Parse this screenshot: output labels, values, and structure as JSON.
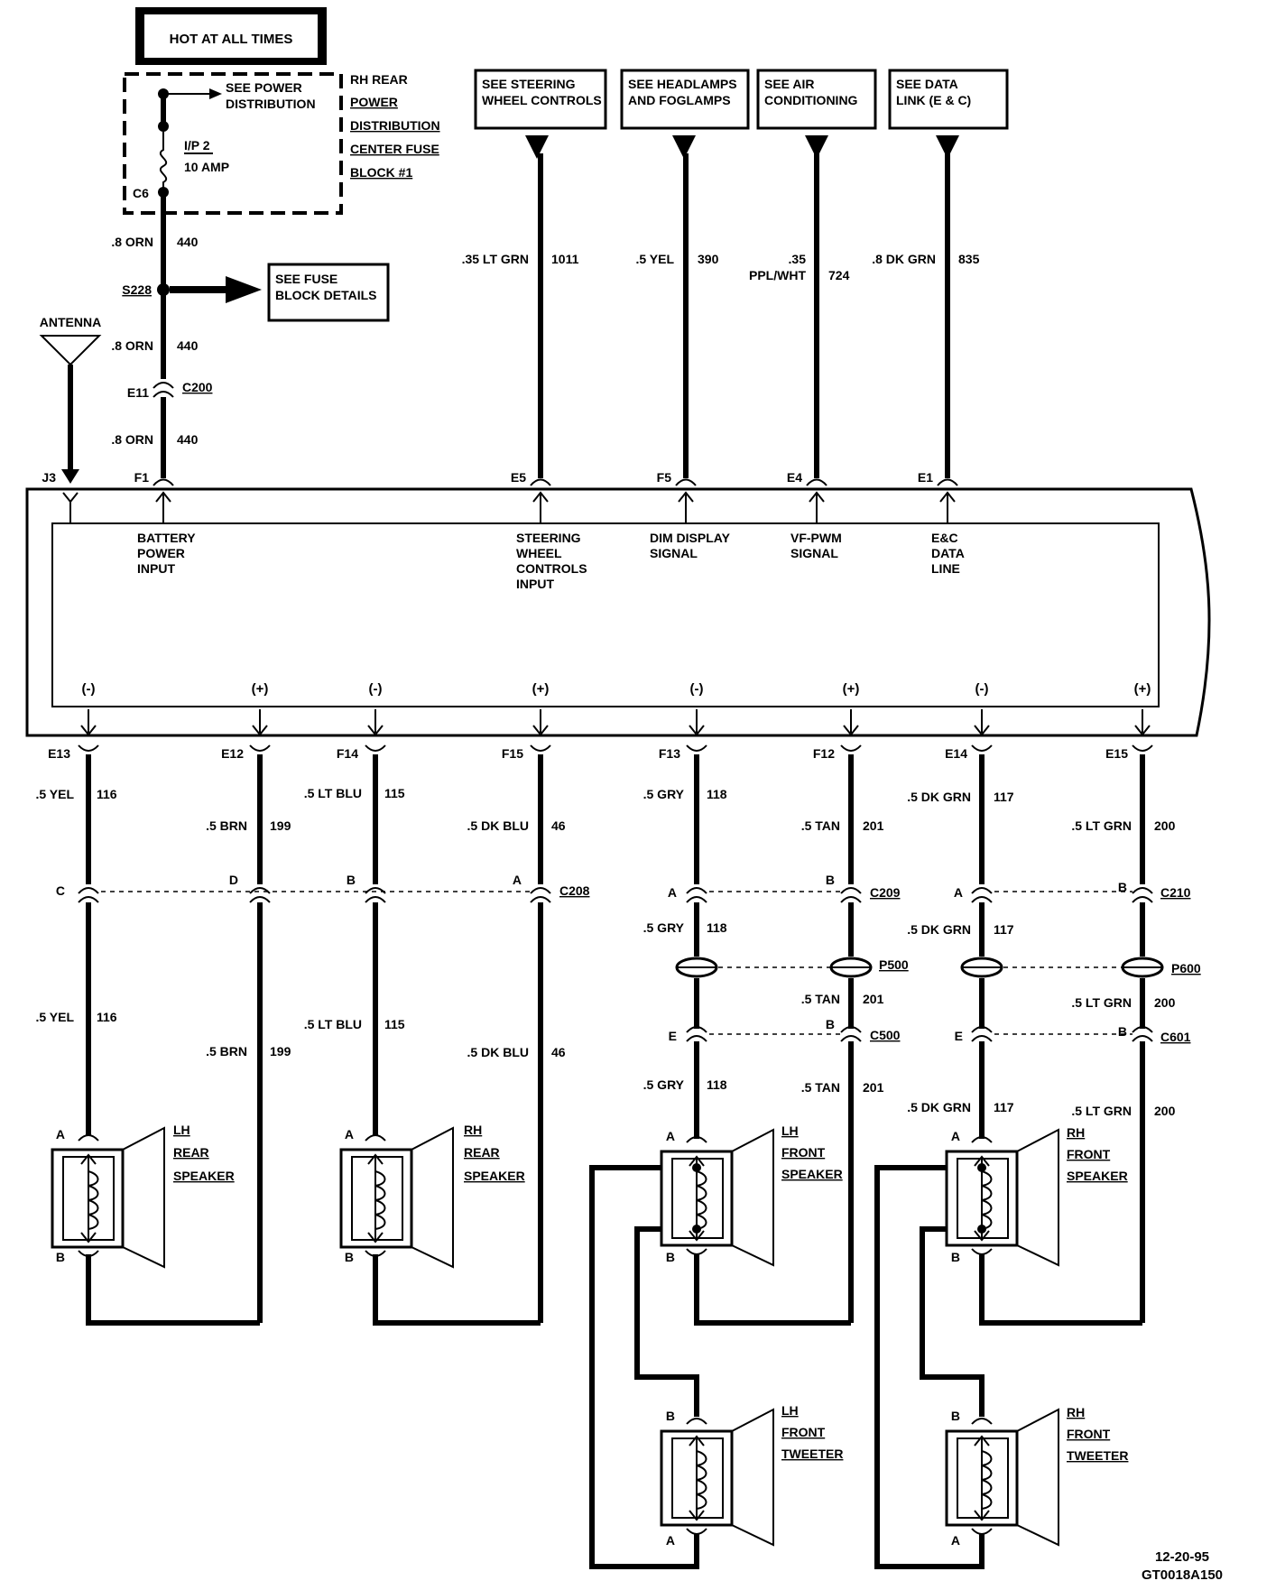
{
  "header": {
    "hot_at_all_times": "HOT AT ALL TIMES",
    "fuse_block_lines": [
      "RH REAR",
      "POWER",
      "DISTRIBUTION",
      "CENTER FUSE",
      "BLOCK #1"
    ],
    "see_power_distribution": [
      "SEE POWER",
      "DISTRIBUTION"
    ],
    "fuse_label": "I/P 2",
    "fuse_rating": "10 AMP",
    "fuse_connector": "C6"
  },
  "power_feed": {
    "wire_1": {
      "gauge_color": ".8 ORN",
      "circuit": "440"
    },
    "splice": "S228",
    "see_fuse_block": [
      "SEE FUSE",
      "BLOCK DETAILS"
    ],
    "wire_2": {
      "gauge_color": ".8 ORN",
      "circuit": "440"
    },
    "connector_pin": "E11",
    "connector": "C200",
    "wire_3": {
      "gauge_color": ".8 ORN",
      "circuit": "440"
    },
    "antenna": "ANTENNA"
  },
  "top_refs": [
    {
      "lines": [
        "SEE STEERING",
        "WHEEL CONTROLS"
      ],
      "gauge_color": ".35 LT GRN",
      "circuit": "1011",
      "pin": "E5",
      "input": [
        "STEERING",
        "WHEEL",
        "CONTROLS",
        "INPUT"
      ]
    },
    {
      "lines": [
        "SEE HEADLAMPS",
        "AND FOGLAMPS"
      ],
      "gauge_color": ".5 YEL",
      "circuit": "390",
      "pin": "F5",
      "input": [
        "DIM DISPLAY",
        "SIGNAL"
      ]
    },
    {
      "lines": [
        "SEE AIR",
        "CONDITIONING"
      ],
      "gauge_color": [
        ".35",
        "PPL/WHT"
      ],
      "circuit": "724",
      "pin": "E4",
      "input": [
        "VF-PWM",
        "SIGNAL"
      ]
    },
    {
      "lines": [
        "SEE DATA",
        "LINK (E & C)"
      ],
      "gauge_color": ".8 DK GRN",
      "circuit": "835",
      "pin": "E1",
      "input": [
        "E&C",
        "DATA",
        "LINE"
      ]
    }
  ],
  "radio_inputs": {
    "antenna_pin": "J3",
    "battery_pin": "F1",
    "battery_input": [
      "BATTERY",
      "POWER",
      "INPUT"
    ]
  },
  "outputs": [
    {
      "polarity": "(-)",
      "pin": "E13",
      "upper": {
        "gauge_color": ".5 YEL",
        "circuit": "116"
      },
      "lower": {
        "gauge_color": ".5 YEL",
        "circuit": "116"
      },
      "cav": "C"
    },
    {
      "polarity": "(+)",
      "pin": "E12",
      "upper": {
        "gauge_color": ".5 BRN",
        "circuit": "199"
      },
      "lower": {
        "gauge_color": ".5 BRN",
        "circuit": "199"
      },
      "cav": "D"
    },
    {
      "polarity": "(-)",
      "pin": "F14",
      "upper": {
        "gauge_color": ".5 LT BLU",
        "circuit": "115"
      },
      "lower": {
        "gauge_color": ".5 LT BLU",
        "circuit": "115"
      },
      "cav": "B"
    },
    {
      "polarity": "(+)",
      "pin": "F15",
      "upper": {
        "gauge_color": ".5 DK BLU",
        "circuit": "46"
      },
      "lower": {
        "gauge_color": ".5 DK BLU",
        "circuit": "46"
      },
      "cav": "A"
    },
    {
      "polarity": "(-)",
      "pin": "F13",
      "upper": {
        "gauge_color": ".5 GRY",
        "circuit": "118"
      },
      "mid": {
        "gauge_color": ".5 GRY",
        "circuit": "118"
      },
      "lower": {
        "gauge_color": ".5 GRY",
        "circuit": "118"
      },
      "cav": "A",
      "cav2": "E"
    },
    {
      "polarity": "(+)",
      "pin": "F12",
      "upper": {
        "gauge_color": ".5 TAN",
        "circuit": "201"
      },
      "mid": {
        "gauge_color": ".5 TAN",
        "circuit": "201"
      },
      "lower": {
        "gauge_color": ".5 TAN",
        "circuit": "201"
      },
      "cav": "B",
      "cav2": "B"
    },
    {
      "polarity": "(-)",
      "pin": "E14",
      "upper": {
        "gauge_color": ".5 DK GRN",
        "circuit": "117"
      },
      "mid": {
        "gauge_color": ".5 DK GRN",
        "circuit": "117"
      },
      "lower": {
        "gauge_color": ".5 DK GRN",
        "circuit": "117"
      },
      "cav": "A",
      "cav2": "E"
    },
    {
      "polarity": "(+)",
      "pin": "E15",
      "upper": {
        "gauge_color": ".5 LT GRN",
        "circuit": "200"
      },
      "mid": {
        "gauge_color": ".5 LT GRN",
        "circuit": "200"
      },
      "lower": {
        "gauge_color": ".5 LT GRN",
        "circuit": "200"
      },
      "cav": "B",
      "cav2": "B"
    }
  ],
  "connectors": {
    "c208": "C208",
    "c209": "C209",
    "c210": "C210",
    "p500": "P500",
    "p600": "P600",
    "c500": "C500",
    "c601": "C601"
  },
  "speakers": {
    "lh_rear": [
      "LH",
      "REAR",
      "SPEAKER"
    ],
    "rh_rear": [
      "RH",
      "REAR",
      "SPEAKER"
    ],
    "lh_front": [
      "LH",
      "FRONT",
      "SPEAKER"
    ],
    "rh_front": [
      "RH",
      "FRONT",
      "SPEAKER"
    ],
    "lh_tweeter": [
      "LH",
      "FRONT",
      "TWEETER"
    ],
    "rh_tweeter": [
      "RH",
      "FRONT",
      "TWEETER"
    ],
    "term_a": "A",
    "term_b": "B"
  },
  "footer": {
    "date": "12-20-95",
    "code": "GT0018A150"
  }
}
